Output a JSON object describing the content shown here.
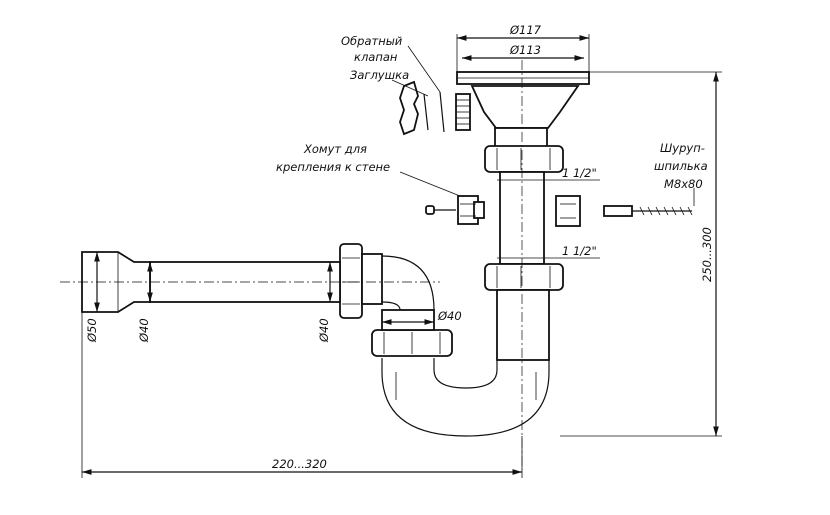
{
  "labels": {
    "check_valve": "Обратный",
    "check_valve_2": "клапан",
    "plug": "Заглушка",
    "clamp": "Хомут для",
    "clamp_2": "крепления к стене",
    "screw": "Шуруп-",
    "screw_2": "шпилька",
    "screw_size": "M8x80"
  },
  "dimensions": {
    "d117": "Ø117",
    "d113": "Ø113",
    "thread_upper": "1 1/2\"",
    "thread_lower": "1 1/2\"",
    "height": "250...300",
    "d50": "Ø50",
    "d40_pipe": "Ø40",
    "d40_nut": "Ø40",
    "d40_outlet": "Ø40",
    "length": "220...320"
  }
}
